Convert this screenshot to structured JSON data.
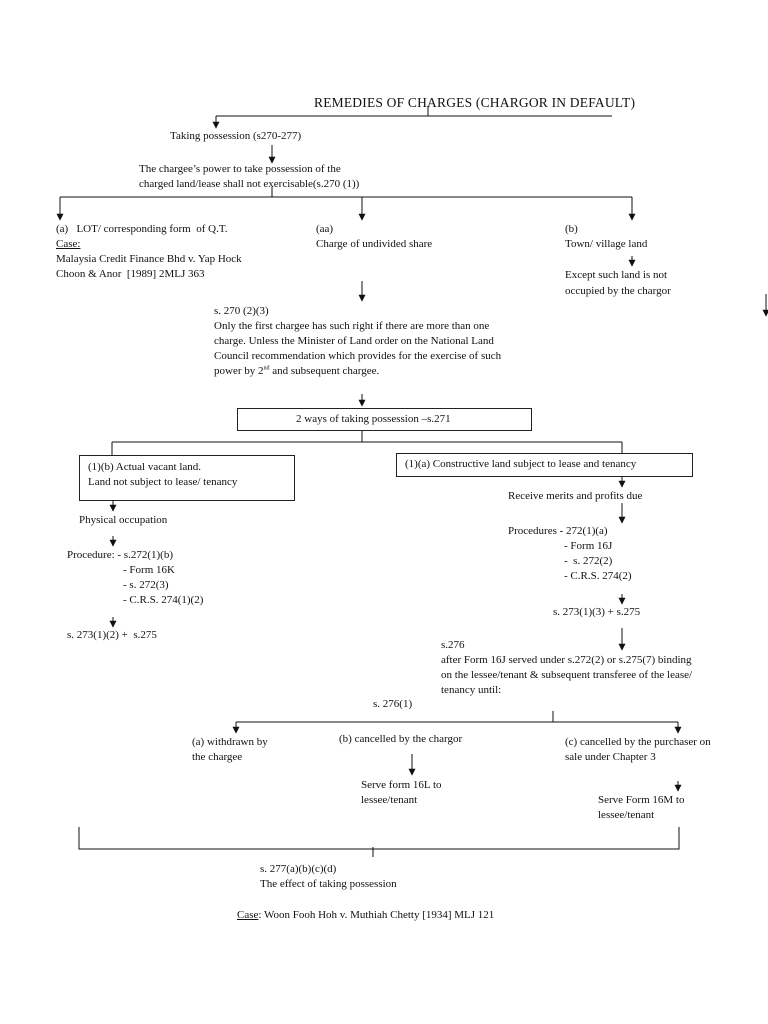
{
  "title": "REMEDIES OF CHARGES (CHARGOR IN DEFAULT)",
  "taking_possession": "Taking possession (s270-277)",
  "power": {
    "line1": "The chargee’s power to take possession of the",
    "line2": "charged land/lease shall not exercisable(s.270 (1))"
  },
  "branch_a": {
    "line1": "(a)   LOT/ corresponding form  of Q.T.",
    "case_label": "Case:",
    "case_line1": "Malaysia Credit Finance Bhd v. Yap Hock",
    "case_line2": "Choon & Anor  [1989] 2MLJ 363"
  },
  "branch_aa": {
    "label": "(aa)",
    "text": "Charge of undivided share"
  },
  "branch_b": {
    "label": "(b)",
    "text": "Town/ village land",
    "except1": "Except such land is not",
    "except2": "occupied by the chargor"
  },
  "s270": {
    "line1": "s. 270 (2)(3)",
    "line2": "Only the first chargee has such right if there are more than one",
    "line3": "charge. Unless the Minister of Land order on the National Land",
    "line4": "Council recommendation which provides for the exercise of such",
    "line5a": "power by 2",
    "line5sup": "nd",
    "line5b": " and subsequent chargee."
  },
  "two_ways": "2 ways of taking possession –s.271",
  "left": {
    "box1": "(1)(b) Actual vacant land.",
    "box2": "Land not subject to lease/ tenancy",
    "physical": "Physical occupation",
    "procedure": "Procedure: - s.272(1)(b)",
    "p2": "- Form 16K",
    "p3": "- s. 272(3)",
    "p4": "- C.R.S. 274(1)(2)",
    "result": "s. 273(1)(2) +  s.275"
  },
  "right": {
    "box": "(1)(a) Constructive land subject to lease and tenancy",
    "receive": "Receive merits and profits due",
    "procedures": "Procedures - 272(1)(a)",
    "p2": "- Form 16J",
    "p3": "-  s. 272(2)",
    "p4": "- C.R.S. 274(2)",
    "result": "s. 273(1)(3) + s.275"
  },
  "s276": {
    "line1": "s.276",
    "line2": "after Form 16J served under s.272(2) or s.275(7) binding",
    "line3": "on the lessee/tenant & subsequent transferee of the lease/",
    "line4": "tenancy until:",
    "sub": "s. 276(1)"
  },
  "options": {
    "a1": "(a) withdrawn by",
    "a2": "the chargee",
    "b": "(b) cancelled by the chargor",
    "c1": "(c) cancelled by the purchaser on",
    "c2": "sale under Chapter 3",
    "b_serve1": "Serve form 16L to",
    "b_serve2": "lessee/tenant",
    "c_serve1": "Serve Form 16M to",
    "c_serve2": "lessee/tenant"
  },
  "s277": {
    "line1": "s. 277(a)(b)(c)(d)",
    "line2": "The effect of taking possession"
  },
  "final_case": {
    "label": "Case",
    "text": ": Woon Fooh Hoh v. Muthiah Chetty [1934] MLJ 121"
  }
}
